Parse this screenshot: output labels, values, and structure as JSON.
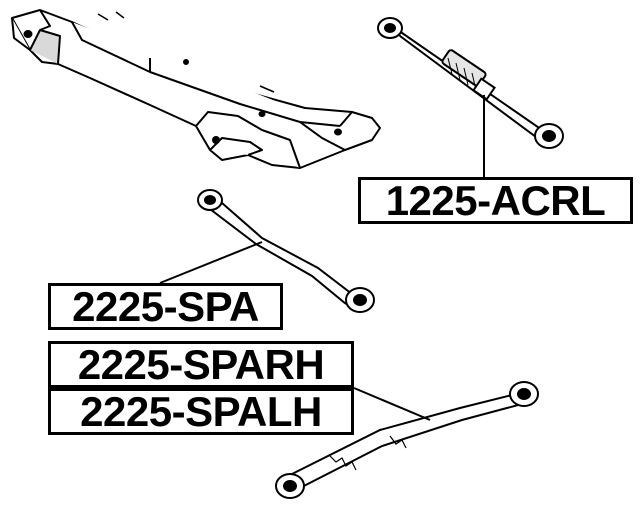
{
  "parts": [
    {
      "id": "acrl",
      "label": "1225-ACRL"
    },
    {
      "id": "spa",
      "label": "2225-SPA"
    },
    {
      "id": "sparh",
      "label": "2225-SPARH"
    },
    {
      "id": "spalh",
      "label": "2225-SPALH"
    }
  ],
  "colors": {
    "line": "#000000",
    "background": "#ffffff",
    "shade": "#d9d9d9"
  }
}
